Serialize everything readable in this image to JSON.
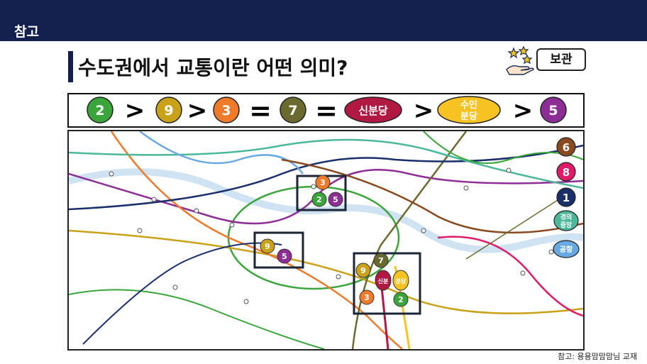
{
  "header": {
    "section_label": "참고"
  },
  "title": "수도권에서 교통이란 어떤 의미?",
  "save_button": {
    "label": "보관"
  },
  "sequence": {
    "items": [
      {
        "label": "2",
        "color": "#3aa53a"
      },
      {
        "op": ">"
      },
      {
        "label": "9",
        "color": "#c9a219"
      },
      {
        "op": ">"
      },
      {
        "label": "3",
        "color": "#ef7b2a"
      },
      {
        "op": "="
      },
      {
        "label": "7",
        "color": "#6b6a2e"
      },
      {
        "op": "="
      },
      {
        "label": "신분당",
        "color": "#b01942"
      },
      {
        "op": ">"
      },
      {
        "label": "수인분당",
        "line1": "수인",
        "line2": "분당",
        "color": "#f7c322"
      },
      {
        "op": ">"
      },
      {
        "label": "5",
        "color": "#8d2e96"
      }
    ]
  },
  "map": {
    "legend": [
      {
        "label": "6",
        "color": "#8a4a1f"
      },
      {
        "label": "8",
        "color": "#e01a67"
      },
      {
        "label": "1",
        "color": "#1a2f6b"
      },
      {
        "label": "경의중앙",
        "line1": "경의",
        "line2": "중앙",
        "color": "#4cb89a"
      },
      {
        "label": "공항",
        "color": "#69a9e2"
      }
    ],
    "hubs": {
      "a": [
        {
          "label": "3",
          "color": "#ef7b2a"
        },
        {
          "label": "2",
          "color": "#3aa53a"
        },
        {
          "label": "5",
          "color": "#8d2e96"
        }
      ],
      "b": [
        {
          "label": "9",
          "color": "#c9a219"
        },
        {
          "label": "5",
          "color": "#8d2e96"
        }
      ],
      "c": [
        {
          "label": "7",
          "color": "#6b6a2e"
        },
        {
          "label": "9",
          "color": "#c9a219"
        },
        {
          "label": "신분",
          "color": "#b01942"
        },
        {
          "label": "분당",
          "color": "#f7c322"
        },
        {
          "label": "3",
          "color": "#ef7b2a"
        },
        {
          "label": "2",
          "color": "#3aa53a"
        }
      ]
    }
  },
  "credit": "참고: 용용맘맘맘님 교재",
  "colors": {
    "header_bg": "#13204d"
  }
}
